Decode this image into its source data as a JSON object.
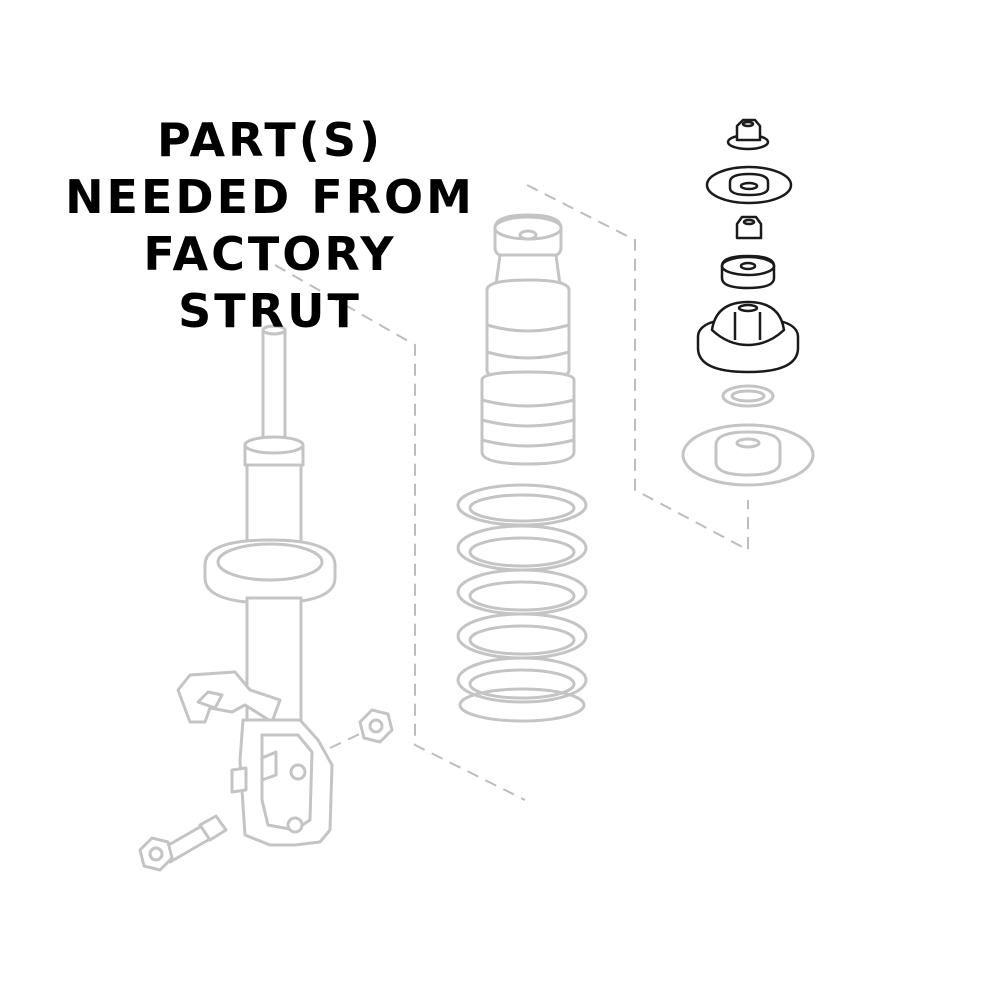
{
  "caption": {
    "lines": [
      "PART(S)",
      "NEEDED FROM",
      "FACTORY",
      "STRUT"
    ]
  },
  "colors": {
    "background": "#ffffff",
    "faded_part": "#c4c4c4",
    "highlighted_part": "#1a1a1a",
    "leader_line": "#bdbdbd",
    "caption_text": "#000000"
  }
}
